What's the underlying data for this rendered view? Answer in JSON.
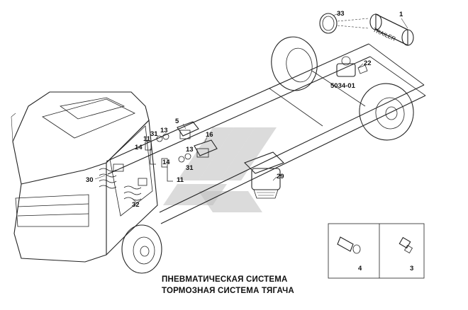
{
  "labels": {
    "l1": "1",
    "l33": "33",
    "l22": "22",
    "l5034": "5034-01",
    "l5": "5",
    "l31a": "31",
    "l13a": "13",
    "l11a": "11",
    "l14a": "14",
    "l16": "16",
    "l13b": "13",
    "l31b": "31",
    "l14b": "14",
    "l11b": "11",
    "l29": "29",
    "l30": "30",
    "l32": "32",
    "l4": "4",
    "l3": "3"
  },
  "tank_text": "TRAILER",
  "caption": {
    "line1": "ПНЕВМАТИЧЕСКАЯ СИСТЕМА",
    "line2": "ТОРМОЗНАЯ СИСТЕМА ТЯГАЧА"
  }
}
